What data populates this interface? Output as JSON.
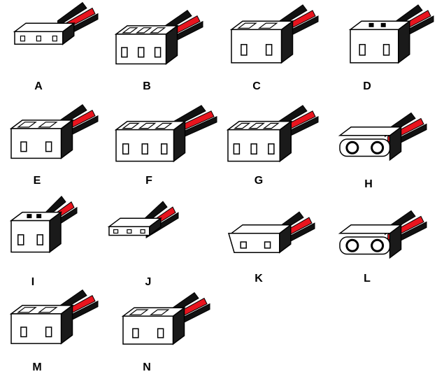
{
  "colors": {
    "body": "#ffffff",
    "outline": "#000000",
    "wire_red": "#e8141e",
    "wire_black": "#111111"
  },
  "connectors": [
    {
      "label": "A",
      "icon": "flat-ribbon-connector-icon",
      "pins": 3
    },
    {
      "label": "B",
      "icon": "latched-housing-connector-icon",
      "pins": 3
    },
    {
      "label": "C",
      "icon": "latched-2pin-connector-icon",
      "pins": 2
    },
    {
      "label": "D",
      "icon": "block-2pin-connector-icon",
      "pins": 2
    },
    {
      "label": "E",
      "icon": "housing-2pin-connector-icon",
      "pins": 2
    },
    {
      "label": "F",
      "icon": "housing-3pin-connector-icon",
      "pins": 3
    },
    {
      "label": "G",
      "icon": "housing-3pin-square-connector-icon",
      "pins": 3
    },
    {
      "label": "H",
      "icon": "round-pin-2pin-connector-icon",
      "pins": 2
    },
    {
      "label": "I",
      "icon": "small-block-2pin-connector-icon",
      "pins": 2
    },
    {
      "label": "J",
      "icon": "slim-3pin-connector-icon",
      "pins": 3
    },
    {
      "label": "K",
      "icon": "flared-2pin-connector-icon",
      "pins": 2
    },
    {
      "label": "L",
      "icon": "round-pin-flange-connector-icon",
      "pins": 2
    },
    {
      "label": "M",
      "icon": "latched-2pin-shroud-connector-icon",
      "pins": 2
    },
    {
      "label": "N",
      "icon": "latched-2pin-shroud-small-connector-icon",
      "pins": 2
    }
  ]
}
